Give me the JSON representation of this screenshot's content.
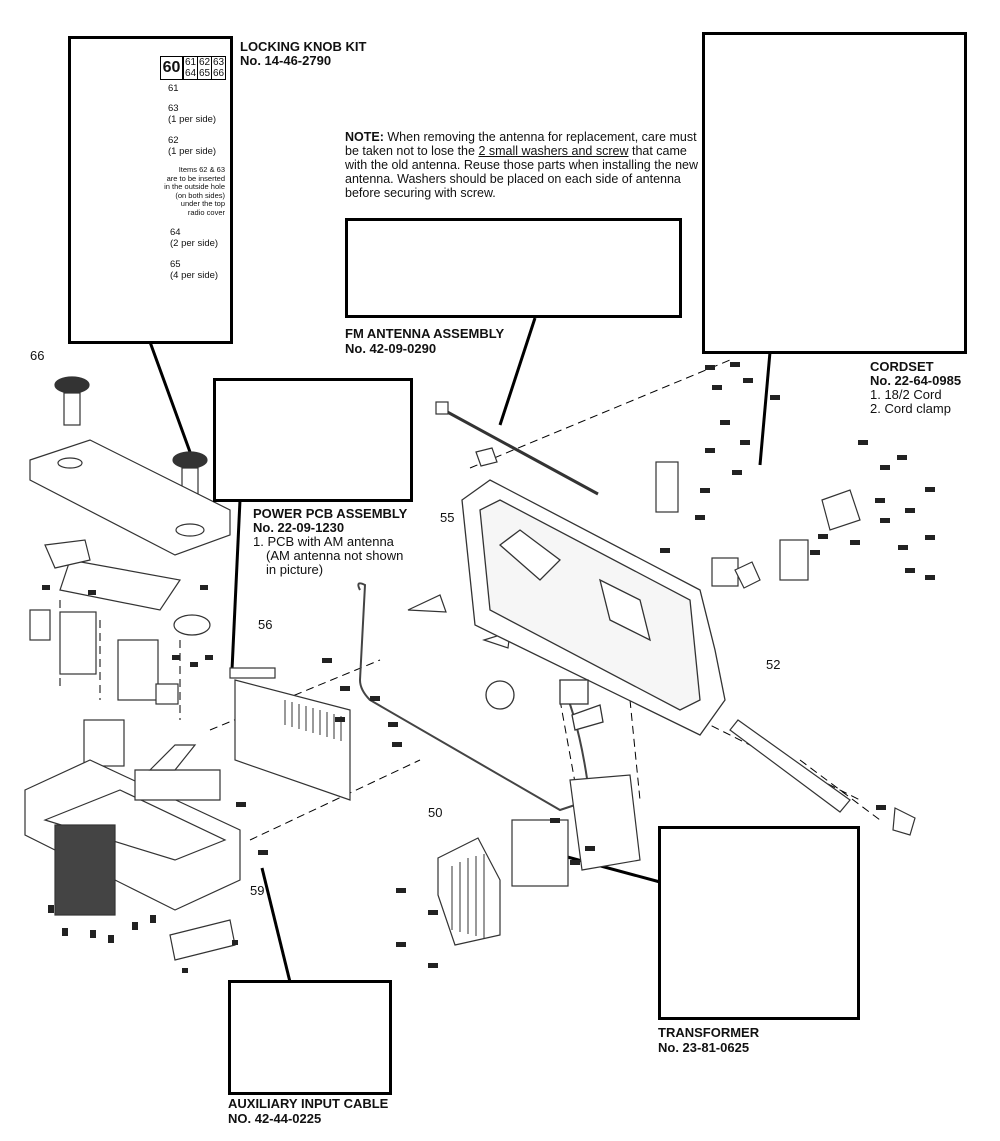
{
  "locking_knob_kit": {
    "title": "LOCKING KNOB KIT",
    "number": "No. 14-46-2790",
    "kit_number": "60",
    "kit_items": [
      "61",
      "62",
      "63",
      "64",
      "65",
      "66"
    ],
    "labels": {
      "p61": "61",
      "p63": "63",
      "p63_note": "(1 per side)",
      "p62": "62",
      "p62_note": "(1 per side)",
      "insert_note": [
        "Items 62 & 63",
        "are to be inserted",
        "in the outside hole",
        "(on both sides)",
        "under the top",
        "radio cover"
      ],
      "p64": "64",
      "p64_note": "(2 per side)",
      "p65": "65",
      "p65_note": "(4 per side)"
    }
  },
  "note": {
    "label": "NOTE:",
    "text_before": " When removing the antenna for replacement, care must be taken not to lose the ",
    "underlined": "2 small washers and screw",
    "text_after": " that came with the old antenna. Reuse those parts when installing the new antenna. Washers should be placed on each side of antenna before securing with screw."
  },
  "fm_antenna": {
    "title": "FM ANTENNA ASSEMBLY",
    "number": "No. 42-09-0290"
  },
  "cordset": {
    "title": "CORDSET",
    "number": "No. 22-64-0985",
    "items": [
      "1. 18/2 Cord",
      "2. Cord clamp"
    ]
  },
  "power_pcb": {
    "title": "POWER PCB ASSEMBLY",
    "number": "No. 22-09-1230",
    "items": [
      "1. PCB with AM antenna",
      "(AM antenna not shown",
      "in picture)"
    ]
  },
  "transformer": {
    "title": "TRANSFORMER",
    "number": "No. 23-81-0625"
  },
  "aux_cable": {
    "title": "AUXILIARY INPUT CABLE",
    "number": "NO. 42-44-0225"
  },
  "callouts": {
    "c66": "66",
    "c55": "55",
    "c56": "56",
    "c52": "52",
    "c50": "50",
    "c59": "59"
  }
}
